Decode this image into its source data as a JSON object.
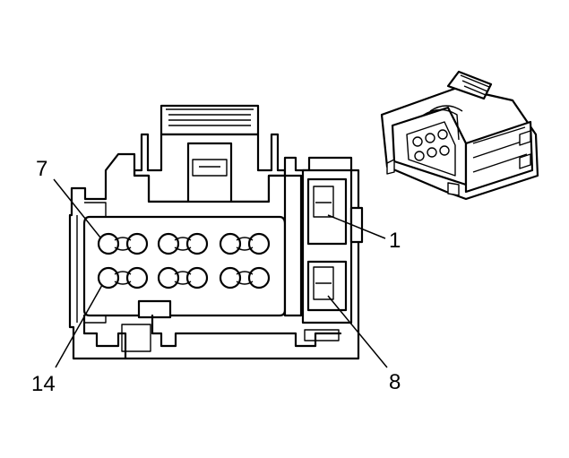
{
  "diagram": {
    "type": "connector-pinout",
    "callouts": [
      {
        "id": "pin-7",
        "text": "7"
      },
      {
        "id": "pin-1",
        "text": "1"
      },
      {
        "id": "pin-14",
        "text": "14"
      },
      {
        "id": "pin-8",
        "text": "8"
      }
    ],
    "cavity_rows": [
      {
        "row": "top",
        "cavities": 6
      },
      {
        "row": "bottom",
        "cavities": 6
      }
    ],
    "line_color": "#000000",
    "background": "#ffffff"
  }
}
